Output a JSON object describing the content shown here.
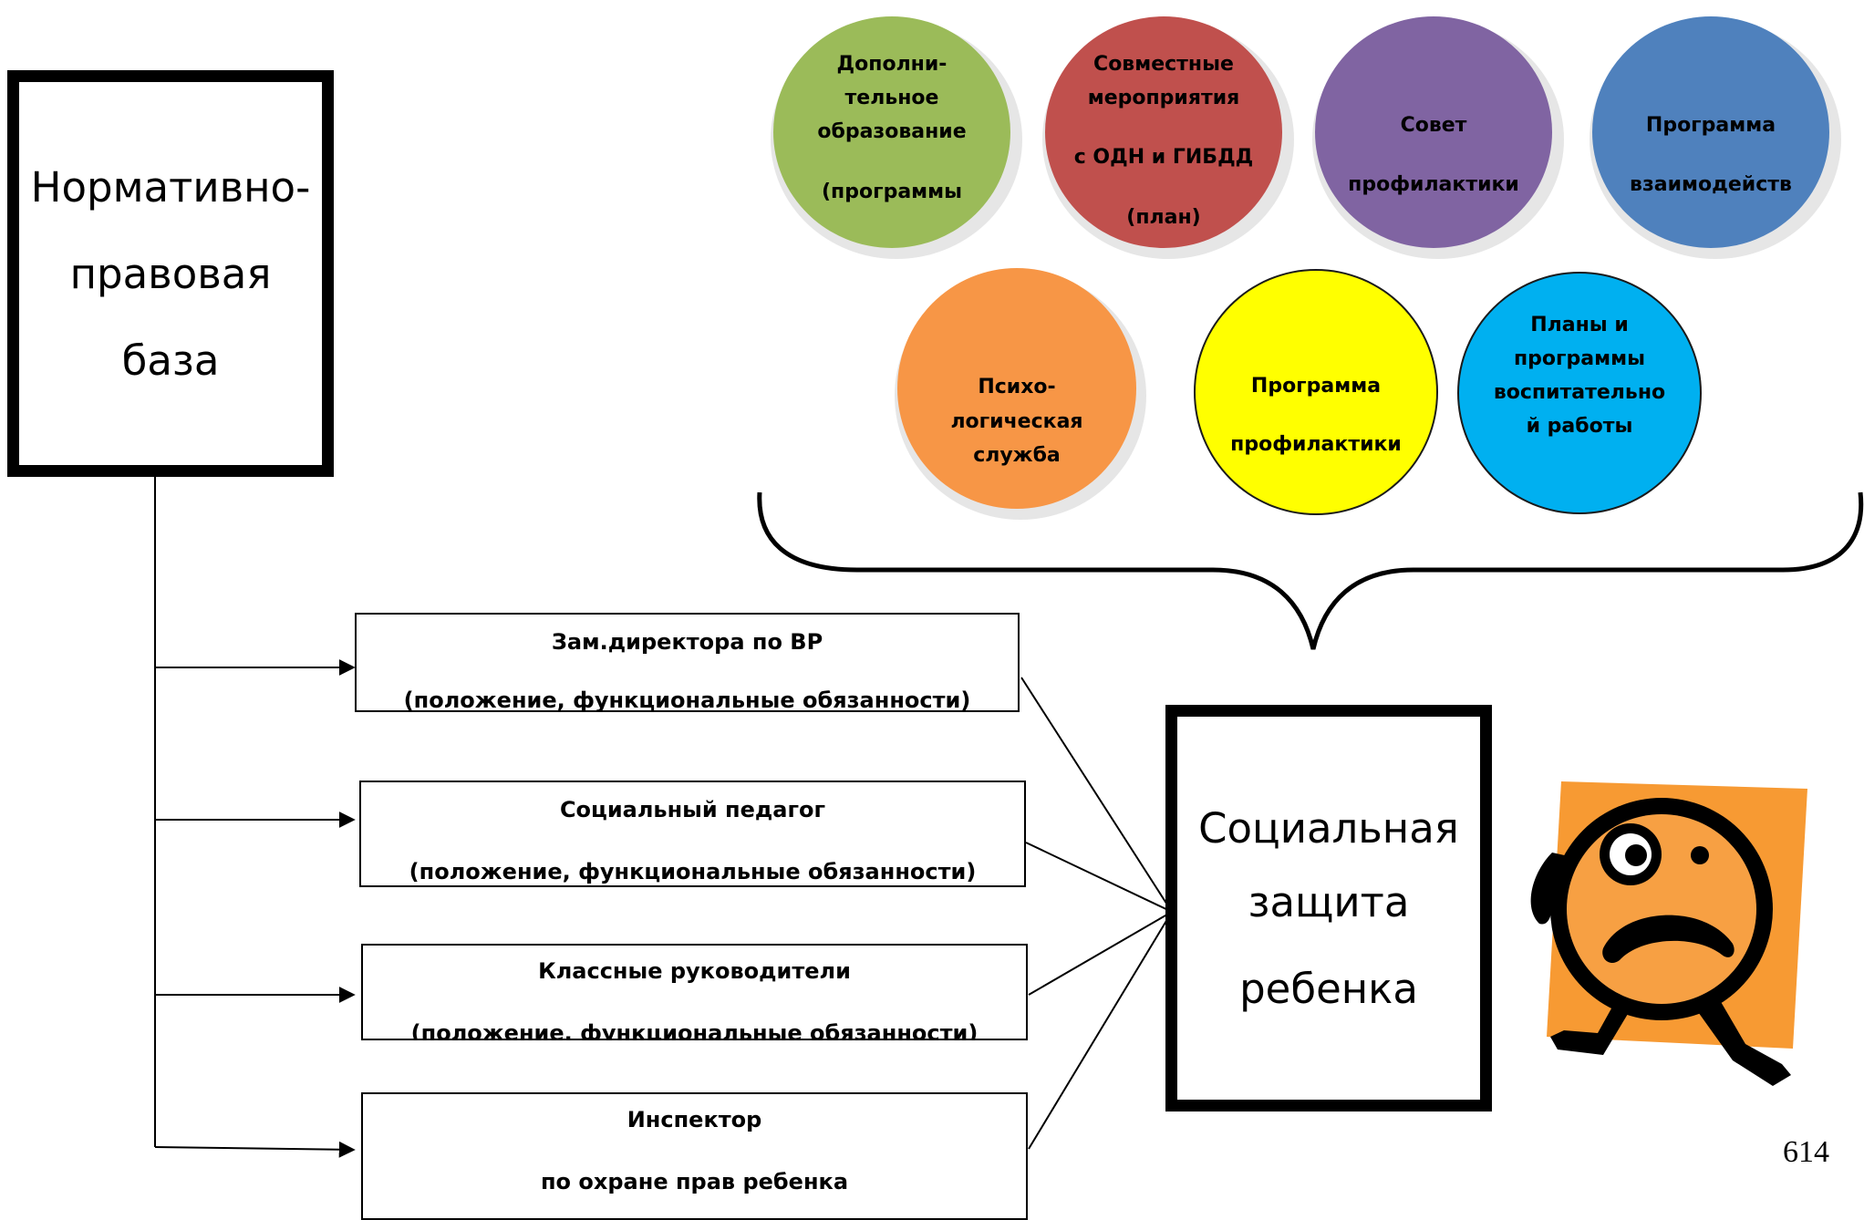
{
  "left_box": {
    "lines": [
      "Нормативно-",
      "правовая",
      "база"
    ]
  },
  "right_box": {
    "lines": [
      "Социальная",
      "защита",
      "ребенка"
    ]
  },
  "circles_top": [
    {
      "lines": [
        "Дополни-",
        "тельное",
        "образование",
        "(программы"
      ],
      "color": "#9BBB59"
    },
    {
      "lines": [
        "Совместные",
        "мероприятия",
        "с ОДН и ГИБДД",
        "(план)"
      ],
      "color": "#C0504D"
    },
    {
      "lines": [
        "Совет",
        "профилактики"
      ],
      "color": "#8064A2"
    },
    {
      "lines": [
        "Программа",
        "взаимодейств"
      ],
      "color": "#4F81BD"
    }
  ],
  "circles_bottom": [
    {
      "lines": [
        "Психо-",
        "логическая",
        "служба"
      ],
      "color": "#F79646"
    },
    {
      "lines": [
        "Программа",
        "профилактики"
      ],
      "color": "#FFFF00"
    },
    {
      "lines": [
        "Планы и",
        "программы",
        "воспитательно",
        "й работы"
      ],
      "color": "#00B0F0"
    }
  ],
  "role_boxes": [
    {
      "title": "Зам.директора по ВР",
      "subtitle": "(положение, функциональные обязанности)"
    },
    {
      "title": "Социальный педагог",
      "subtitle": "(положение, функциональные обязанности)"
    },
    {
      "title": "Классные руководители",
      "subtitle": "(положение, функциональные обязанности)"
    },
    {
      "title": "Инспектор",
      "subtitle": "по охране прав ребенка"
    }
  ],
  "page_number": "614",
  "illustration": {
    "icon": "sad-face-character-icon",
    "bg_color": "#F79A33",
    "face_color": "#F7A043"
  }
}
